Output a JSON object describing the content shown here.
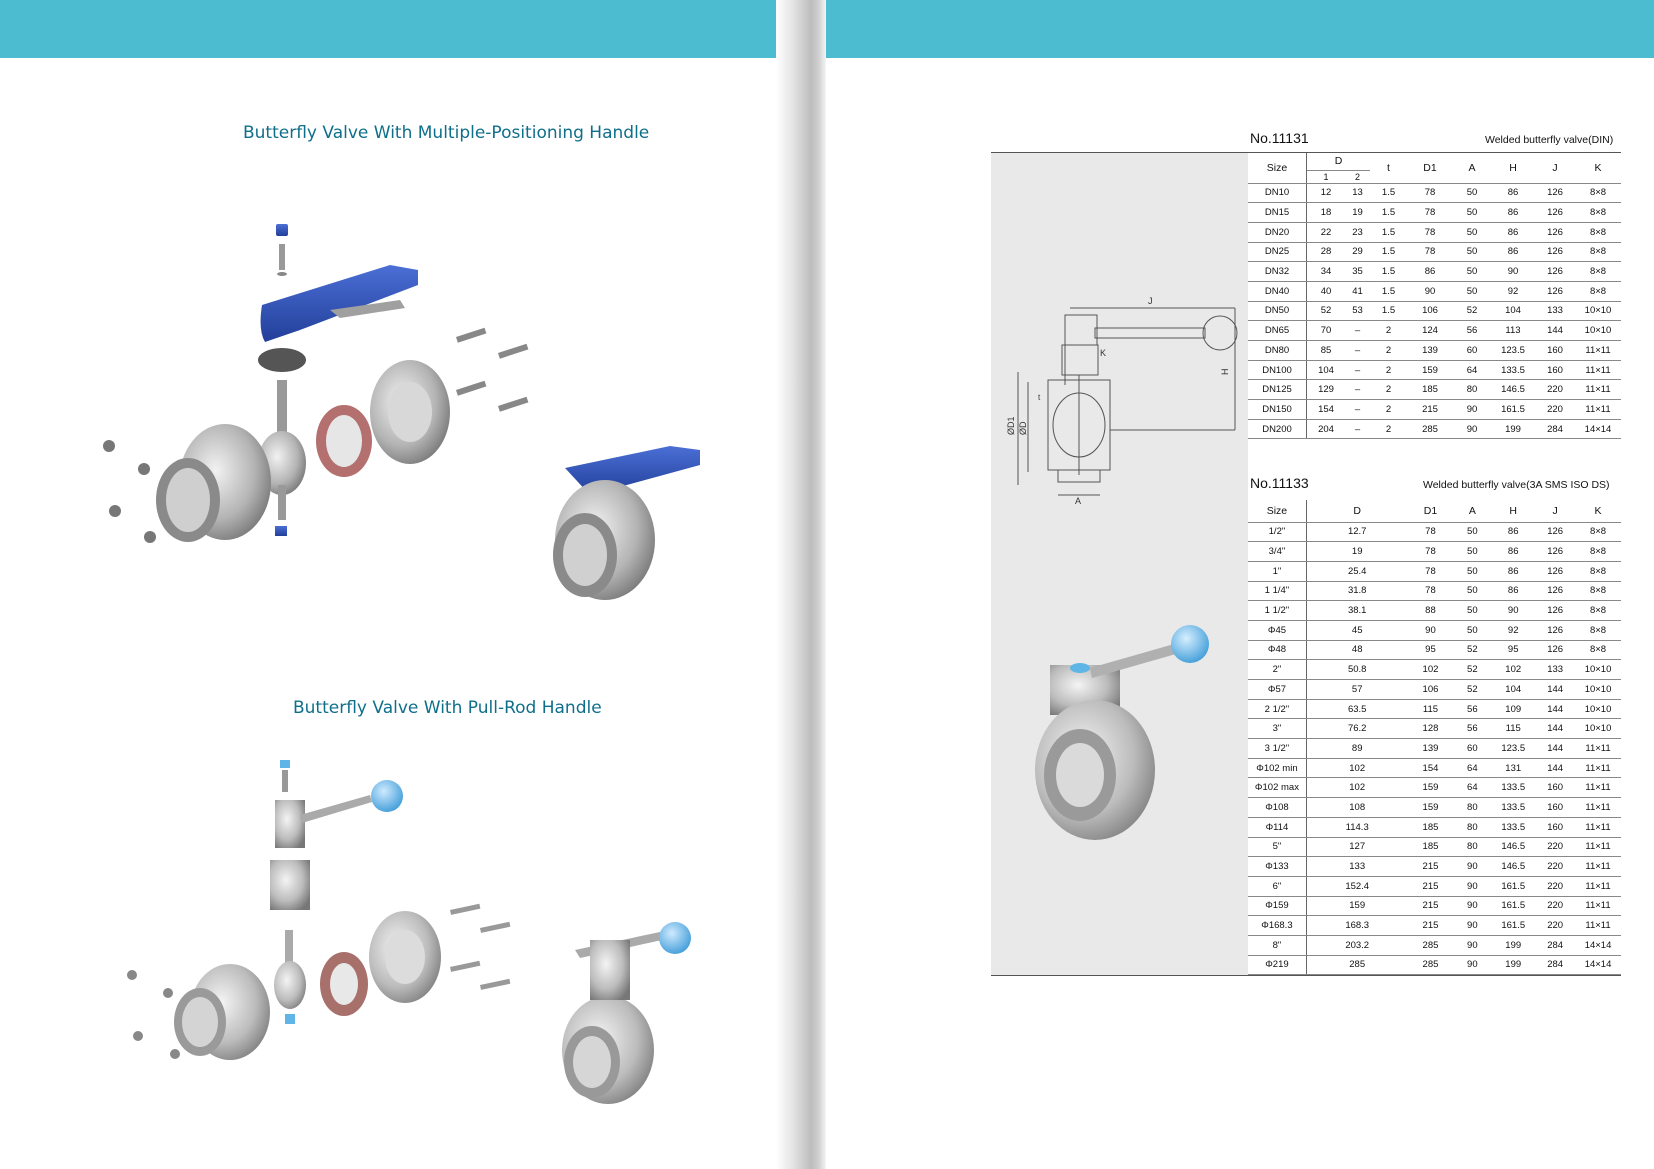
{
  "left_page": {
    "title_1": "Butterfly Valve With Multiple-Positioning Handle",
    "title_2": "Butterfly Valve With Pull-Rod Handle"
  },
  "colors": {
    "header_bar": "#4cbcd1",
    "title": "#0f6f8a",
    "handle_blue": "#2f4fb0",
    "knob_blue": "#5fb6e6",
    "seal_pink": "#b3706f"
  },
  "drawing_labels": {
    "J": "J",
    "K": "K",
    "H": "H",
    "A": "A",
    "t": "t",
    "D1": "ØD1",
    "D": "ØD"
  },
  "table1": {
    "number": "No.11131",
    "description": "Welded butterfly valve(DIN)",
    "headers": {
      "size": "Size",
      "d": "D",
      "d1sub": "1",
      "d2sub": "2",
      "t": "t",
      "D1": "D1",
      "A": "A",
      "H": "H",
      "J": "J",
      "K": "K"
    },
    "rows": [
      [
        "DN10",
        "12",
        "13",
        "1.5",
        "78",
        "50",
        "86",
        "126",
        "8×8"
      ],
      [
        "DN15",
        "18",
        "19",
        "1.5",
        "78",
        "50",
        "86",
        "126",
        "8×8"
      ],
      [
        "DN20",
        "22",
        "23",
        "1.5",
        "78",
        "50",
        "86",
        "126",
        "8×8"
      ],
      [
        "DN25",
        "28",
        "29",
        "1.5",
        "78",
        "50",
        "86",
        "126",
        "8×8"
      ],
      [
        "DN32",
        "34",
        "35",
        "1.5",
        "86",
        "50",
        "90",
        "126",
        "8×8"
      ],
      [
        "DN40",
        "40",
        "41",
        "1.5",
        "90",
        "50",
        "92",
        "126",
        "8×8"
      ],
      [
        "DN50",
        "52",
        "53",
        "1.5",
        "106",
        "52",
        "104",
        "133",
        "10×10"
      ],
      [
        "DN65",
        "70",
        "–",
        "2",
        "124",
        "56",
        "113",
        "144",
        "10×10"
      ],
      [
        "DN80",
        "85",
        "–",
        "2",
        "139",
        "60",
        "123.5",
        "160",
        "11×11"
      ],
      [
        "DN100",
        "104",
        "–",
        "2",
        "159",
        "64",
        "133.5",
        "160",
        "11×11"
      ],
      [
        "DN125",
        "129",
        "–",
        "2",
        "185",
        "80",
        "146.5",
        "220",
        "11×11"
      ],
      [
        "DN150",
        "154",
        "–",
        "2",
        "215",
        "90",
        "161.5",
        "220",
        "11×11"
      ],
      [
        "DN200",
        "204",
        "–",
        "2",
        "285",
        "90",
        "199",
        "284",
        "14×14"
      ]
    ]
  },
  "table2": {
    "number": "No.11133",
    "description": "Welded butterfly valve(3A SMS ISO DS)",
    "headers": {
      "size": "Size",
      "d": "D",
      "D1": "D1",
      "A": "A",
      "H": "H",
      "J": "J",
      "K": "K"
    },
    "rows": [
      [
        "1/2\"",
        "12.7",
        "78",
        "50",
        "86",
        "126",
        "8×8"
      ],
      [
        "3/4\"",
        "19",
        "78",
        "50",
        "86",
        "126",
        "8×8"
      ],
      [
        "1\"",
        "25.4",
        "78",
        "50",
        "86",
        "126",
        "8×8"
      ],
      [
        "1 1/4\"",
        "31.8",
        "78",
        "50",
        "86",
        "126",
        "8×8"
      ],
      [
        "1 1/2\"",
        "38.1",
        "88",
        "50",
        "90",
        "126",
        "8×8"
      ],
      [
        "Φ45",
        "45",
        "90",
        "50",
        "92",
        "126",
        "8×8"
      ],
      [
        "Φ48",
        "48",
        "95",
        "52",
        "95",
        "126",
        "8×8"
      ],
      [
        "2\"",
        "50.8",
        "102",
        "52",
        "102",
        "133",
        "10×10"
      ],
      [
        "Φ57",
        "57",
        "106",
        "52",
        "104",
        "144",
        "10×10"
      ],
      [
        "2 1/2\"",
        "63.5",
        "115",
        "56",
        "109",
        "144",
        "10×10"
      ],
      [
        "3\"",
        "76.2",
        "128",
        "56",
        "115",
        "144",
        "10×10"
      ],
      [
        "3 1/2\"",
        "89",
        "139",
        "60",
        "123.5",
        "144",
        "11×11"
      ],
      [
        "Φ102 min",
        "102",
        "154",
        "64",
        "131",
        "144",
        "11×11"
      ],
      [
        "Φ102 max",
        "102",
        "159",
        "64",
        "133.5",
        "160",
        "11×11"
      ],
      [
        "Φ108",
        "108",
        "159",
        "80",
        "133.5",
        "160",
        "11×11"
      ],
      [
        "Φ114",
        "114.3",
        "185",
        "80",
        "133.5",
        "160",
        "11×11"
      ],
      [
        "5\"",
        "127",
        "185",
        "80",
        "146.5",
        "220",
        "11×11"
      ],
      [
        "Φ133",
        "133",
        "215",
        "90",
        "146.5",
        "220",
        "11×11"
      ],
      [
        "6\"",
        "152.4",
        "215",
        "90",
        "161.5",
        "220",
        "11×11"
      ],
      [
        "Φ159",
        "159",
        "215",
        "90",
        "161.5",
        "220",
        "11×11"
      ],
      [
        "Φ168.3",
        "168.3",
        "215",
        "90",
        "161.5",
        "220",
        "11×11"
      ],
      [
        "8\"",
        "203.2",
        "285",
        "90",
        "199",
        "284",
        "14×14"
      ],
      [
        "Φ219",
        "285",
        "285",
        "90",
        "199",
        "284",
        "14×14"
      ]
    ]
  }
}
